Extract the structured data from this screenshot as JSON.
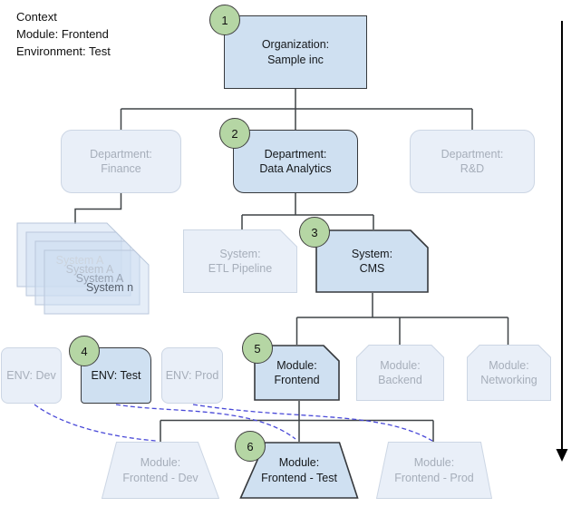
{
  "context": {
    "heading": "Context",
    "module_line": "Module: Frontend",
    "environment_line": "Environment: Test"
  },
  "badges": {
    "b1": "1",
    "b2": "2",
    "b3": "3",
    "b4": "4",
    "b5": "5",
    "b6": "6"
  },
  "nodes": {
    "organization": {
      "line1": "Organization:",
      "line2": "Sample inc"
    },
    "dept_finance": {
      "line1": "Department:",
      "line2": "Finance"
    },
    "dept_data_analytics": {
      "line1": "Department:",
      "line2": "Data Analytics"
    },
    "dept_rd": {
      "line1": "Department:",
      "line2": "R&D"
    },
    "system_stack": {
      "item1": "System A",
      "item2": "System A",
      "item3": "System A",
      "item4": "System n"
    },
    "system_etl": {
      "line1": "System:",
      "line2": "ETL Pipeline"
    },
    "system_cms": {
      "line1": "System:",
      "line2": "CMS"
    },
    "env_dev": {
      "label": "ENV: Dev"
    },
    "env_test": {
      "label": "ENV: Test"
    },
    "env_prod": {
      "label": "ENV: Prod"
    },
    "module_frontend": {
      "line1": "Module:",
      "line2": "Frontend"
    },
    "module_backend": {
      "line1": "Module:",
      "line2": "Backend"
    },
    "module_networking": {
      "line1": "Module:",
      "line2": "Networking"
    },
    "instance_dev": {
      "line1": "Module:",
      "line2": "Frontend - Dev"
    },
    "instance_test": {
      "line1": "Module:",
      "line2": "Frontend - Test"
    },
    "instance_prod": {
      "line1": "Module:",
      "line2": "Frontend - Prod"
    }
  },
  "colors": {
    "active_fill": "#cfe0f1",
    "active_border": "#36393d",
    "faded_fill": "#e9eff8",
    "faded_border": "#ccd6e4",
    "faded_text": "#a6aeba",
    "badge_fill": "#b5d6a4",
    "dashed_link": "#4949d8",
    "connector": "#3f4347"
  }
}
